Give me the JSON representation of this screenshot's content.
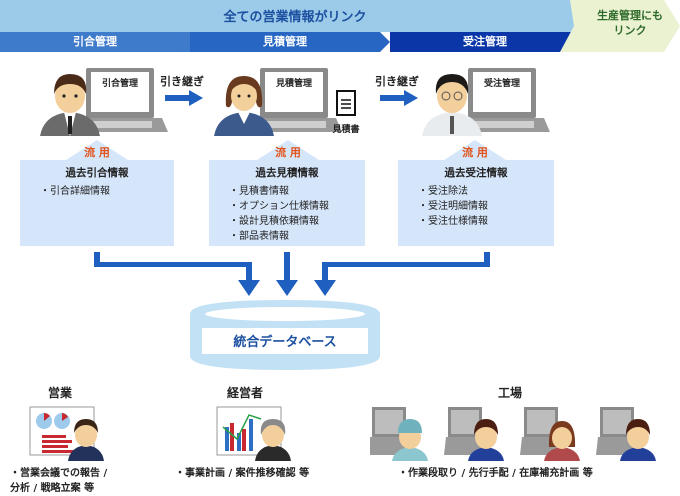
{
  "header": {
    "title": "全ての営業情報がリンク",
    "phases": [
      "引合管理",
      "見積管理",
      "受注管理"
    ],
    "link_note": [
      "生産管理にも",
      "リンク"
    ]
  },
  "handoff_label": "引き継ぎ",
  "stages": [
    {
      "screen_label": "引合管理",
      "reuse_label": "流 用",
      "info_title": "過去引合情報",
      "info_items": [
        "引合詳細情報"
      ]
    },
    {
      "screen_label": "見積管理",
      "reuse_label": "流 用",
      "info_title": "過去見積情報",
      "info_items": [
        "見積書情報",
        "オプション仕様情報",
        "設計見積依頼情報",
        "部品表情報"
      ],
      "document_label": "見積書"
    },
    {
      "screen_label": "受注管理",
      "reuse_label": "流 用",
      "info_title": "過去受注情報",
      "info_items": [
        "受注除法",
        "受注明細情報",
        "受注仕様情報"
      ]
    }
  ],
  "database": {
    "label": "統合データベース"
  },
  "users": [
    {
      "title": "営業",
      "desc": [
        "・営業会議での報告 /",
        "分析 / 戦略立案 等"
      ]
    },
    {
      "title": "経営者",
      "desc": [
        "・事業計画 / 案件推移確認 等"
      ]
    },
    {
      "title": "工場",
      "desc": [
        "・作業段取り / 先行手配 / 在庫補充計画 等"
      ]
    }
  ],
  "colors": {
    "band_light": "#9ccbe9",
    "phase1": "#3f7bcb",
    "phase2": "#2766c3",
    "phase3": "#0b36a8",
    "link_note_bg": "#eaf2d2",
    "link_note_text": "#2e6a2a",
    "info_bg": "#d6e6fa",
    "reuse_text": "#e0531a",
    "arrow": "#1f5fbf",
    "db": "#c2e1f5"
  }
}
